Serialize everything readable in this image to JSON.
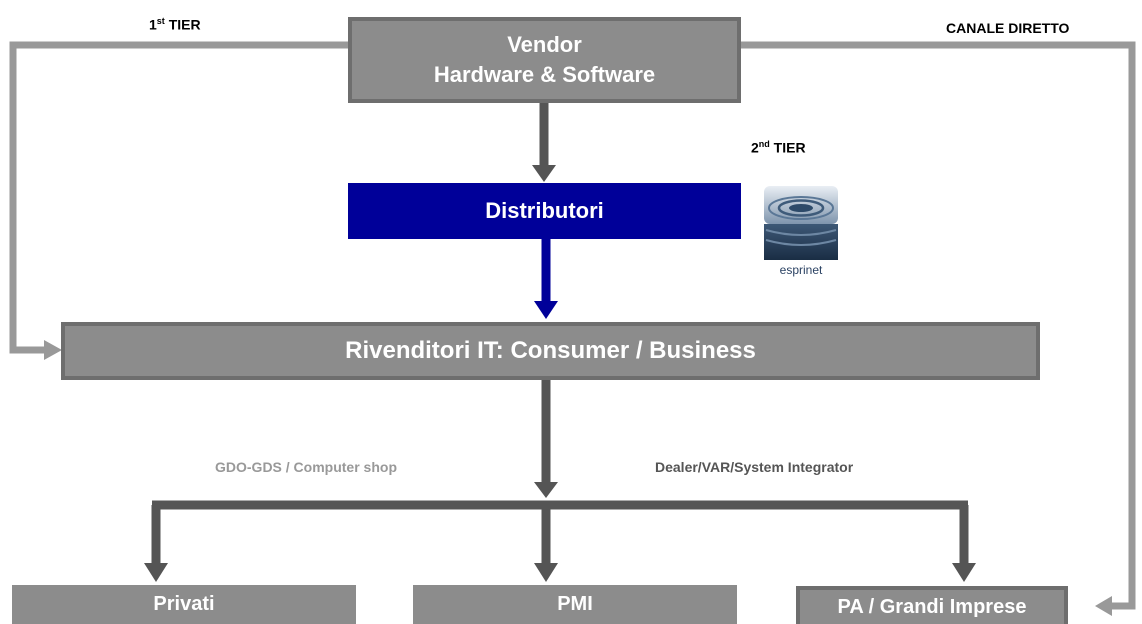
{
  "labels": {
    "first_tier_prefix": "1",
    "first_tier_sup": "st",
    "first_tier_suffix": " TIER",
    "second_tier_prefix": "2",
    "second_tier_sup": "nd",
    "second_tier_suffix": " TIER",
    "canale_diretto": "CANALE DIRETTO",
    "gdo_gds": "GDO-GDS / Computer shop",
    "dealer_var": "Dealer/VAR/System Integrator"
  },
  "boxes": {
    "vendor_line1": "Vendor",
    "vendor_line2": "Hardware & Software",
    "distributori": "Distributori",
    "rivenditori": "Rivenditori IT: Consumer / Business",
    "privati": "Privati",
    "pmi": "PMI",
    "pa": "PA / Grandi Imprese"
  },
  "logo": {
    "text": "esprinet"
  },
  "colors": {
    "grey_box": "#8c8c8c",
    "grey_border": "#6e6e6e",
    "arrow_dark": "#555555",
    "arrow_light": "#999999",
    "blue": "#000099"
  }
}
